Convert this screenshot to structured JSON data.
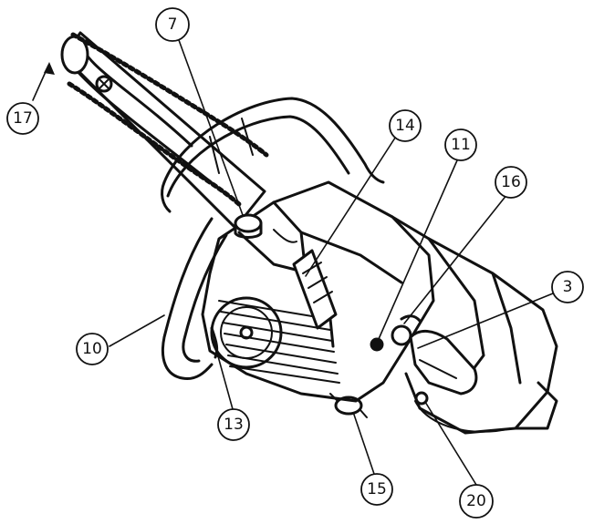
{
  "colors": {
    "ink": "#111111",
    "paper": "#ffffff"
  },
  "callouts": {
    "c7": "7",
    "c14": "14",
    "c11": "11",
    "c16": "16",
    "c3": "3",
    "c17": "17",
    "c10": "10",
    "c13": "13",
    "c15": "15",
    "c20": "20"
  }
}
